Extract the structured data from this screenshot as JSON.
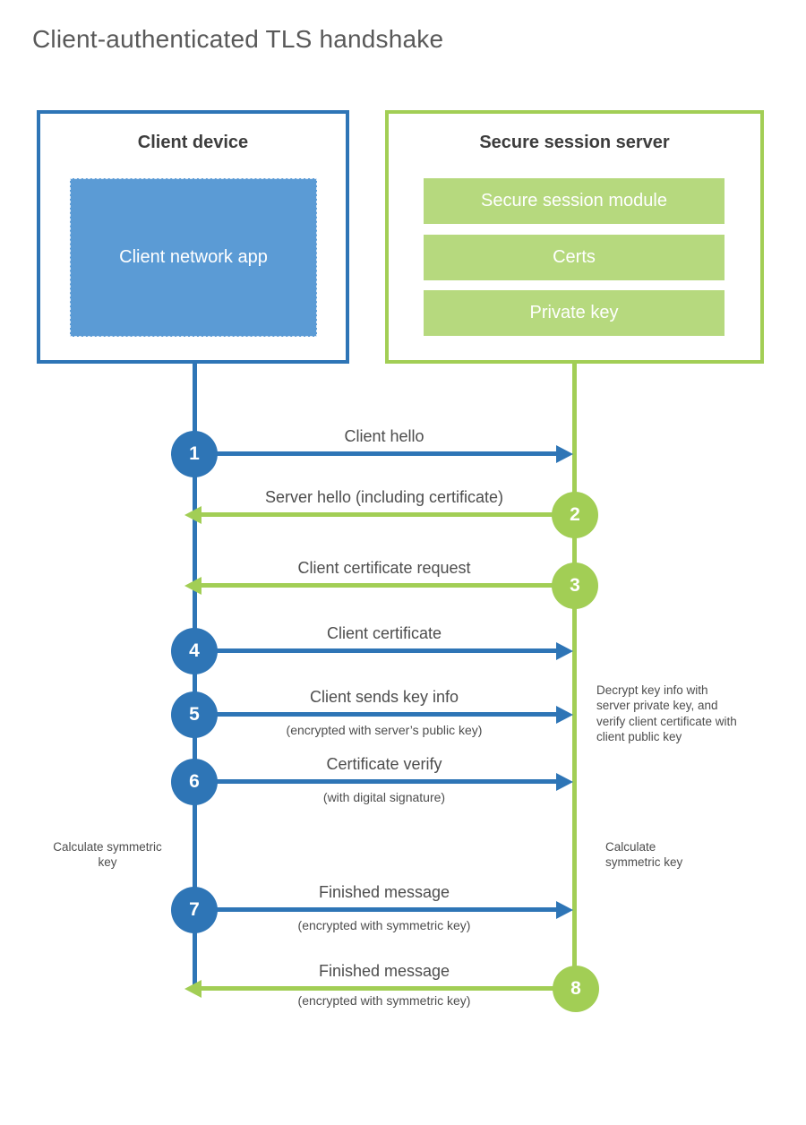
{
  "title": "Client-authenticated TLS handshake",
  "colors": {
    "blue_accent": "#2E75B6",
    "blue_fill": "#5B9BD5",
    "green_accent": "#A2CE55",
    "green_fill": "#B6D97E",
    "heading_text": "#3D3D3D",
    "label_text": "#4D4D4D",
    "title_text": "#595959"
  },
  "client": {
    "heading": "Client device",
    "app_label": "Client network app"
  },
  "server": {
    "heading": "Secure session server",
    "modules": [
      "Secure session module",
      "Certs",
      "Private key"
    ]
  },
  "steps": [
    {
      "num": "1",
      "label": "Client hello",
      "direction": "client-to-server"
    },
    {
      "num": "2",
      "label": "Server hello (including certificate)",
      "direction": "server-to-client"
    },
    {
      "num": "3",
      "label": "Client certificate request",
      "direction": "server-to-client"
    },
    {
      "num": "4",
      "label": "Client certificate",
      "direction": "client-to-server"
    },
    {
      "num": "5",
      "label": "Client sends key info",
      "sub": "(encrypted with server’s public key)",
      "direction": "client-to-server"
    },
    {
      "num": "6",
      "label": "Certificate verify",
      "sub": "(with digital signature)",
      "direction": "client-to-server"
    },
    {
      "num": "7",
      "label": "Finished message",
      "sub": "(encrypted with symmetric key)",
      "direction": "client-to-server"
    },
    {
      "num": "8",
      "label": "Finished message",
      "sub": "(encrypted with symmetric key)",
      "direction": "server-to-client"
    }
  ],
  "annotations": {
    "decrypt_note": "Decrypt key info with server private key, and verify client certificate with client public key",
    "calculate_left": "Calculate symmetric key",
    "calculate_right": "Calculate symmetric key"
  }
}
